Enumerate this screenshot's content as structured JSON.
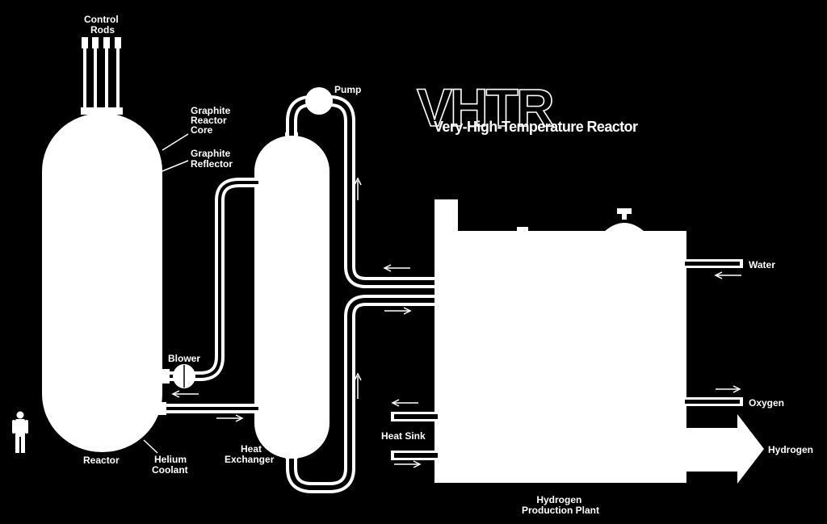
{
  "title": {
    "acronym": "VHTR",
    "full_name": "Very-High-Temperature Reactor"
  },
  "labels": {
    "control_rods": [
      "Control",
      "Rods"
    ],
    "graphite_core": [
      "Graphite",
      "Reactor",
      "Core"
    ],
    "graphite_reflector": [
      "Graphite",
      "Reflector"
    ],
    "pump": "Pump",
    "blower": "Blower",
    "reactor": "Reactor",
    "helium_coolant": [
      "Helium",
      "Coolant"
    ],
    "heat_exchanger": [
      "Heat",
      "Exchanger"
    ],
    "heat_sink": "Heat Sink",
    "water": "Water",
    "oxygen": "Oxygen",
    "hydrogen": "Hydrogen",
    "production_plant": [
      "Hydrogen",
      "Production Plant"
    ]
  },
  "colors": {
    "background": "#000000",
    "foreground": "#ffffff"
  }
}
